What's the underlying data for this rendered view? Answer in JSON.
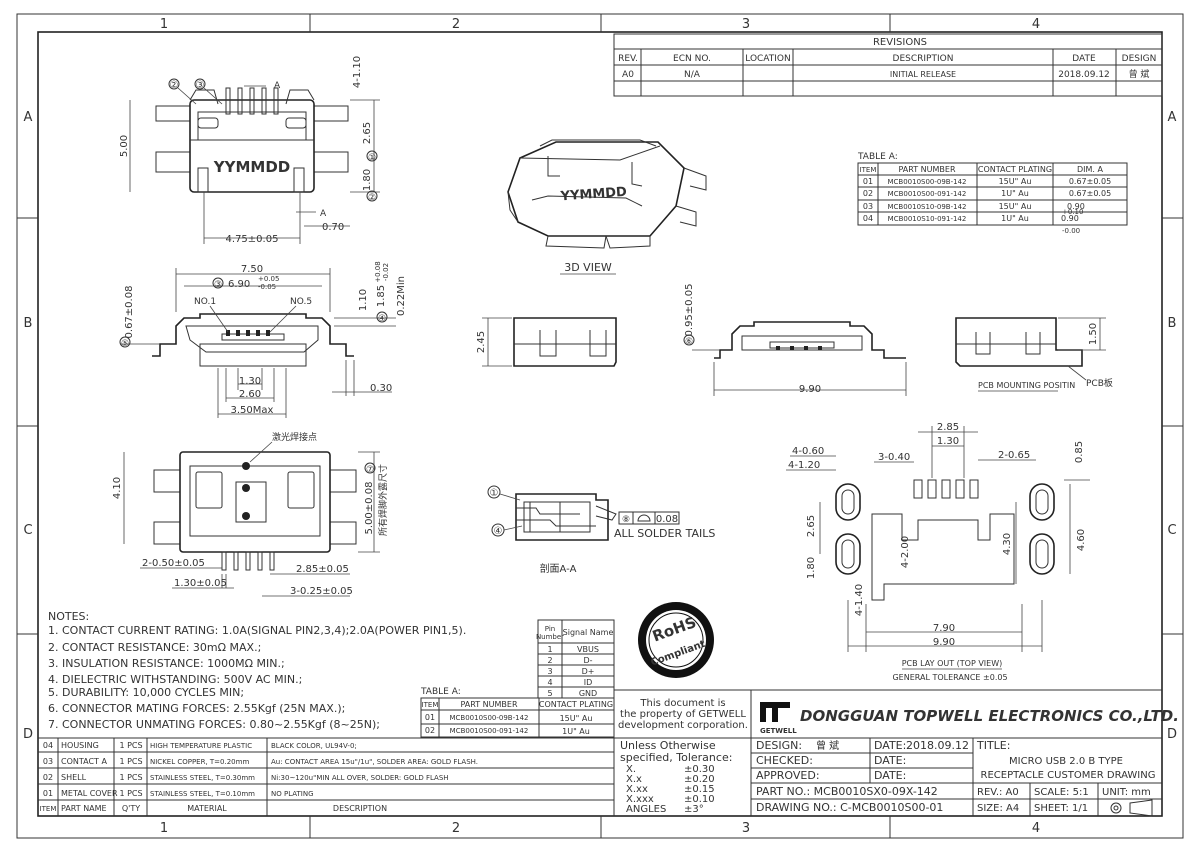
{
  "frame": {
    "cols": [
      "1",
      "2",
      "3",
      "4"
    ],
    "rows": [
      "A",
      "B",
      "C",
      "D"
    ]
  },
  "revisions": {
    "heading": "REVISIONS",
    "headers": [
      "REV.",
      "ECN NO.",
      "LOCATION",
      "DESCRIPTION",
      "DATE",
      "DESIGN"
    ],
    "row": [
      "A0",
      "N/A",
      "",
      "INITIAL RELEASE",
      "2018.09.12",
      "曾 斌"
    ]
  },
  "tableA_top": {
    "caption": "TABLE A:",
    "headers": [
      "ITEM",
      "PART NUMBER",
      "CONTACT PLATING",
      "DIM. A"
    ],
    "rows": [
      [
        "01",
        "MCB0010S00-09B-142",
        "15U\" Au",
        "0.67±0.05"
      ],
      [
        "02",
        "MCB0010S00-091-142",
        "1U\" Au",
        "0.67±0.05"
      ],
      [
        "03",
        "MCB0010S10-09B-142",
        "15U\" Au",
        "0.90"
      ],
      [
        "04",
        "MCB0010S10-091-142",
        "1U\" Au",
        "0.90"
      ]
    ],
    "tol_plus": "+0.10",
    "tol_minus": "-0.00"
  },
  "top_view": {
    "marks": [
      "②",
      "③"
    ],
    "section": "A",
    "logo_text": "YYMMDD",
    "dim_h": "5.00",
    "dim_p1": "2.65",
    "dim_p2": "1.80",
    "dim_top": "4-1.10",
    "dim_bottom": "4.75±0.05",
    "dim_small": "0.70",
    "bubbles": [
      "①",
      "②"
    ]
  },
  "view3d": {
    "label": "3D VIEW",
    "logo_text": "YYMMDD"
  },
  "front_view": {
    "d_total": "7.50",
    "d_inner": "6.90",
    "d_inner_tol_plus": "+0.05",
    "d_inner_tol_minus": "-0.05",
    "bubble_inner": "③",
    "no1": "NO.1",
    "no5": "NO.5",
    "d_left": "0.67±0.08",
    "bubble_left": "⑤",
    "d_110": "1.10",
    "d_185": "1.85",
    "d_185_tol_plus": "+0.08",
    "d_185_tol_minus": "-0.02",
    "d_022": "0.22Min",
    "bubble_right": "④",
    "d_130": "1.30",
    "d_260": "2.60",
    "d_350": "3.50Max",
    "d_030": "0.30"
  },
  "side_view": {
    "d_245": "2.45"
  },
  "pcb_side": {
    "d_095": "0.95±0.05",
    "bubble": "⑥",
    "d_990": "9.90"
  },
  "mount_view": {
    "d_150": "1.50",
    "pcb_label": "PCB MOUNTING POSITIN",
    "pcb_board": "PCB板"
  },
  "bottom_view": {
    "weld_note": "激光焊接点",
    "d_410": "4.10",
    "d_500": "5.00±0.08",
    "bubble": "⑦",
    "note_vertical": "所有焊脚外露尺寸",
    "d_2_050": "2-0.50±0.05",
    "d_130": "1.30±0.05",
    "d_285": "2.85±0.05",
    "d_3_025": "3-0.25±0.05"
  },
  "section_view": {
    "bubbles": [
      "①",
      "④"
    ],
    "caption": "剖面A-A",
    "flat_bubble": "⑧",
    "flat_value": "0.08",
    "flat_note": "ALL SOLDER TAILS"
  },
  "pcb_layout": {
    "d_285": "2.85",
    "d_130": "1.30",
    "d_4_060": "4-0.60",
    "d_4_120": "4-1.20",
    "d_3_040": "3-0.40",
    "d_2_065": "2-0.65",
    "d_085": "0.85",
    "d_265": "2.65",
    "d_4_200": "4-2.00",
    "d_430": "4.30",
    "d_460": "4.60",
    "d_180": "1.80",
    "d_4_140": "4-1.40",
    "d_790": "7.90",
    "d_990": "9.90",
    "label": "PCB LAY OUT (TOP VIEW)",
    "tolerance": "GENERAL TOLERANCE ±0.05"
  },
  "notes": {
    "heading": "NOTES:",
    "items": [
      "1. CONTACT CURRENT RATING: 1.0A(SIGNAL PIN2,3,4);2.0A(POWER PIN1,5).",
      "2. CONTACT RESISTANCE: 30mΩ MAX.;",
      "3. INSULATION RESISTANCE: 1000MΩ MIN.;",
      "4. DIELECTRIC WITHSTANDING: 500V AC MIN.;",
      "5. DURABILITY: 10,000 CYCLES MIN;",
      "6. CONNECTOR MATING FORCES: 2.55Kgf (25N MAX.);",
      "7. CONNECTOR UNMATING FORCES: 0.80~2.55Kgf (8~25N);"
    ]
  },
  "pin_table": {
    "h1a": "Pin",
    "h1b": "Number",
    "h2": "Signal Name",
    "rows": [
      [
        "1",
        "VBUS"
      ],
      [
        "2",
        "D-"
      ],
      [
        "3",
        "D+"
      ],
      [
        "4",
        "ID"
      ],
      [
        "5",
        "GND"
      ]
    ]
  },
  "tableA_bottom": {
    "caption": "TABLE A:",
    "headers": [
      "ITEM",
      "PART NUMBER",
      "CONTACT PLATING"
    ],
    "rows": [
      [
        "01",
        "MCB0010S00-09B-142",
        "15U\" Au"
      ],
      [
        "02",
        "MCB0010S00-091-142",
        "1U\" Au"
      ]
    ]
  },
  "rohs": {
    "top": "RoHS",
    "bottom": "Compliant"
  },
  "property_note": [
    "This document is",
    "the property of GETWELL",
    "development corporation."
  ],
  "company": {
    "logo_text": "GETWELL",
    "name": "DONGGUAN TOPWELL ELECTRONICS CO.,LTD."
  },
  "bom": {
    "headers": [
      "ITEM",
      "PART NAME",
      "Q'TY",
      "MATERIAL",
      "DESCRIPTION"
    ],
    "rows": [
      [
        "04",
        "HOUSING",
        "1 PCS",
        "HIGH TEMPERATURE PLASTIC",
        "BLACK COLOR, UL94V-0;"
      ],
      [
        "03",
        "CONTACT A",
        "1 PCS",
        "NICKEL COPPER, T=0.20mm",
        "Au: CONTACT AREA 15u\"/1u\", SOLDER AREA: GOLD FLASH."
      ],
      [
        "02",
        "SHELL",
        "1 PCS",
        "STAINLESS STEEL, T=0.30mm",
        "Ni:30~120u\"MIN ALL OVER, SOLDER: GOLD FLASH"
      ],
      [
        "01",
        "METAL COVER",
        "1 PCS",
        "STAINLESS STEEL, T=0.10mm",
        "NO PLATING"
      ]
    ]
  },
  "tolerance": {
    "title1": "Unless Otherwise",
    "title2": "specified, Tolerance:",
    "rows": [
      [
        "X.",
        "±0.30"
      ],
      [
        "X.x",
        "±0.20"
      ],
      [
        "X.xx",
        "±0.15"
      ],
      [
        "X.xxx",
        "±0.10"
      ],
      [
        "ANGLES",
        "±3°"
      ]
    ]
  },
  "title_block": {
    "design": "DESIGN:",
    "designer": "曾 斌",
    "date_label": "DATE:",
    "date_value": "2018.09.12",
    "checked": "CHECKED:",
    "approved": "APPROVED:",
    "part_no": "PART NO.: MCB0010SX0-09X-142",
    "drawing_no": "DRAWING NO.: C-MCB0010S00-01",
    "title_label": "TITLE:",
    "title_line1": "MICRO USB 2.0 B TYPE",
    "title_line2": "RECEPTACLE CUSTOMER DRAWING",
    "rev": "REV.: A0",
    "scale": "SCALE: 5:1",
    "unit": "UNIT: mm",
    "size": "SIZE: A4",
    "sheet": "SHEET: 1/1"
  }
}
